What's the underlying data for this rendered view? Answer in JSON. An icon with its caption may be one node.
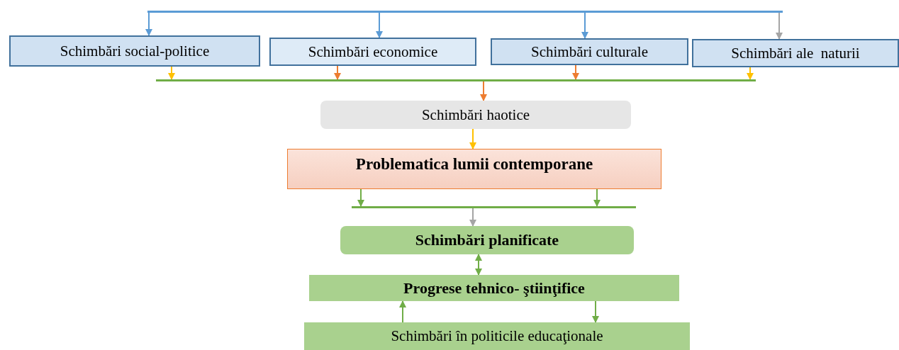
{
  "diagram": {
    "nodes": [
      {
        "text": [],
        "shape": "bar"
      },
      {
        "text": [
          "Schimbări social-politice"
        ]
      },
      {
        "text": [
          "Schimbări economice"
        ]
      },
      {
        "text": [
          "Schimbări culturale"
        ]
      },
      {
        "text": [
          "Schimbări ale  naturii"
        ]
      },
      {
        "text": [],
        "shape": "bar"
      },
      {
        "text": [
          "Schimbări haotice"
        ]
      },
      {
        "text": [
          "Problematica lumii contemporane"
        ]
      },
      {
        "text": [],
        "shape": "bar"
      },
      {
        "text": [
          "Schimbări planificate"
        ]
      },
      {
        "text": [
          "Progrese tehnico- ştiinţifice"
        ]
      },
      {
        "text": [
          "Schimbări în politicile educaţionale"
        ]
      }
    ],
    "edges": [
      {
        "from": 0,
        "to": 1,
        "arrow": "to",
        "color": "#5b9bd5"
      },
      {
        "from": 0,
        "to": 2,
        "arrow": "to",
        "color": "#5b9bd5"
      },
      {
        "from": 0,
        "to": 3,
        "arrow": "to",
        "color": "#5b9bd5"
      },
      {
        "from": 0,
        "to": 4,
        "arrow": "to",
        "color": "#a5a5a5"
      },
      {
        "from": 1,
        "to": 5,
        "arrow": "to",
        "color": "#ffc000"
      },
      {
        "from": 2,
        "to": 5,
        "arrow": "to",
        "color": "#ed7d31"
      },
      {
        "from": 3,
        "to": 5,
        "arrow": "to",
        "color": "#ed7d31"
      },
      {
        "from": 4,
        "to": 5,
        "arrow": "to",
        "color": "#ffc000"
      },
      {
        "from": 5,
        "to": 6,
        "arrow": "to",
        "color": "#ed7d31"
      },
      {
        "from": 6,
        "to": 7,
        "arrow": "to",
        "color": "#ffc000"
      },
      {
        "from": 7,
        "to": 8,
        "arrow": "to"
      },
      {
        "from": 7,
        "to": 8,
        "arrow": "to"
      },
      {
        "from": 8,
        "to": 9,
        "arrow": "to",
        "color": "#a5a5a5"
      },
      {
        "from": 9,
        "to": 10,
        "arrow": "both"
      },
      {
        "from": 11,
        "to": 10,
        "arrow": "to"
      },
      {
        "from": 10,
        "to": 11,
        "arrow": "to"
      }
    ]
  }
}
